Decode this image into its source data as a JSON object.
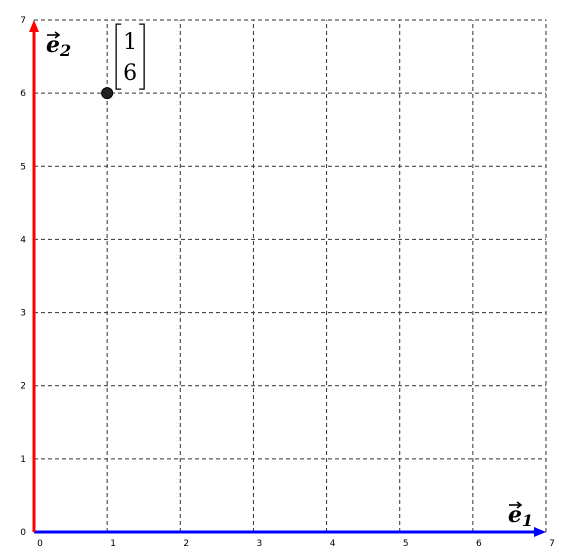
{
  "chart_data": {
    "type": "scatter",
    "xlim": [
      0,
      7
    ],
    "ylim": [
      0,
      7
    ],
    "x_ticks": [
      "0",
      "1",
      "2",
      "3",
      "4",
      "5",
      "6",
      "7"
    ],
    "y_ticks": [
      "0",
      "1",
      "2",
      "3",
      "4",
      "5",
      "6",
      "7"
    ],
    "grid": true,
    "grid_style": "dashed",
    "points": [
      {
        "x": 1,
        "y": 6,
        "label_top": "1",
        "label_bottom": "6"
      }
    ],
    "vectors": [
      {
        "name": "e",
        "subscript": "1",
        "from": [
          0,
          0
        ],
        "to": [
          7,
          0
        ],
        "color": "#0000ff"
      },
      {
        "name": "e",
        "subscript": "2",
        "from": [
          0,
          0
        ],
        "to": [
          0,
          7
        ],
        "color": "#ff0000"
      }
    ],
    "colors": {
      "grid": "#333333",
      "point": "#222222"
    }
  }
}
